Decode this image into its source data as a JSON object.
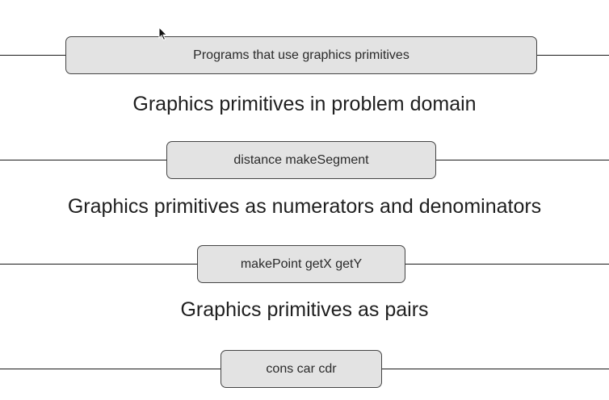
{
  "layers": [
    {
      "id": "programs",
      "label": "Programs that use graphics primitives"
    },
    {
      "id": "problem-domain",
      "label": "distance makeSegment"
    },
    {
      "id": "numerators",
      "label": "makePoint getX getY"
    },
    {
      "id": "pairs",
      "label": "cons car cdr"
    }
  ],
  "barriers": [
    {
      "id": "problem-domain",
      "label": "Graphics primitives in problem domain"
    },
    {
      "id": "numerators",
      "label": "Graphics primitives as numerators and denominators"
    },
    {
      "id": "pairs",
      "label": "Graphics primitives as pairs"
    }
  ],
  "colors": {
    "box_fill": "#e3e3e3",
    "box_border": "#444444",
    "line": "#1a1a1a"
  },
  "icons": {
    "cursor": "mouse-pointer-icon"
  }
}
